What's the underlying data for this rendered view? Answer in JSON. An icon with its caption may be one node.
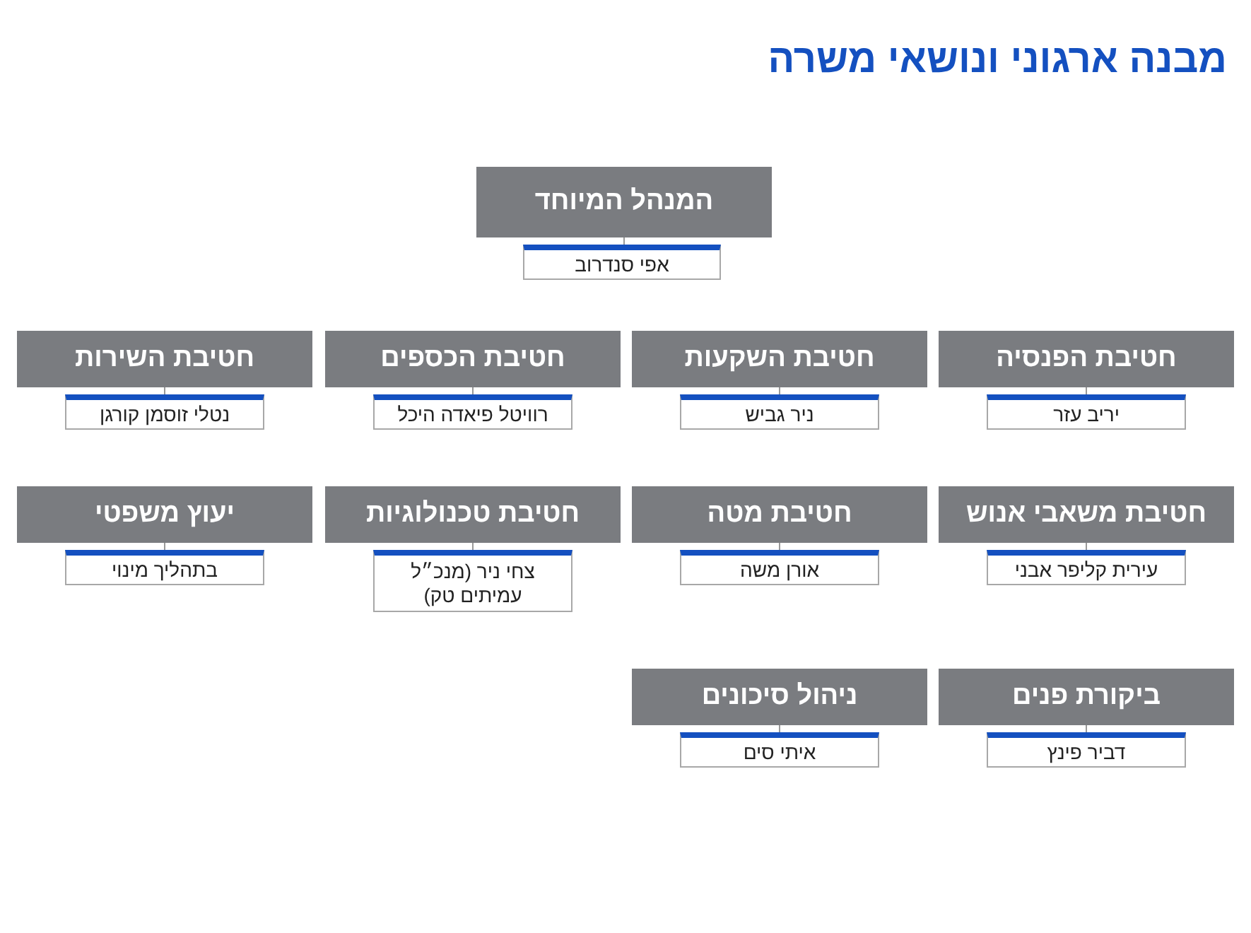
{
  "diagram": {
    "title": "מבנה ארגוני ונושאי משרה",
    "nodes": [
      {
        "text": [
          "המנהל המיוחד"
        ]
      },
      {
        "text": [
          "אפי סנדרוב"
        ]
      },
      {
        "text": [
          "חטיבת הפנסיה"
        ]
      },
      {
        "text": [
          "יריב עזר"
        ]
      },
      {
        "text": [
          "חטיבת השקעות"
        ]
      },
      {
        "text": [
          "ניר גביש"
        ]
      },
      {
        "text": [
          "חטיבת הכספים"
        ]
      },
      {
        "text": [
          "רוויטל פיאדה היכל"
        ]
      },
      {
        "text": [
          "חטיבת השירות"
        ]
      },
      {
        "text": [
          "נטלי זוסמן קורגן"
        ]
      },
      {
        "text": [
          "חטיבת משאבי אנוש"
        ]
      },
      {
        "text": [
          "עירית קליפר אבני"
        ]
      },
      {
        "text": [
          "חטיבת מטה"
        ]
      },
      {
        "text": [
          "אורן משה"
        ]
      },
      {
        "text": [
          "חטיבת טכנולוגיות"
        ]
      },
      {
        "text": [
          "צחי ניר (מנכ״ל עמיתים טק)"
        ]
      },
      {
        "text": [
          "יעוץ משפטי"
        ]
      },
      {
        "text": [
          "בתהליך מינוי"
        ]
      },
      {
        "text": [
          "ביקורת פנים"
        ]
      },
      {
        "text": [
          "דביר פינץ"
        ]
      },
      {
        "text": [
          "ניהול סיכונים"
        ]
      },
      {
        "text": [
          "איתי סים"
        ]
      }
    ],
    "edges": [
      {
        "from": 0,
        "to": 1,
        "arrow": "none"
      },
      {
        "from": 2,
        "to": 3,
        "arrow": "none"
      },
      {
        "from": 4,
        "to": 5,
        "arrow": "none"
      },
      {
        "from": 6,
        "to": 7,
        "arrow": "none"
      },
      {
        "from": 8,
        "to": 9,
        "arrow": "none"
      },
      {
        "from": 10,
        "to": 11,
        "arrow": "none"
      },
      {
        "from": 12,
        "to": 13,
        "arrow": "none"
      },
      {
        "from": 14,
        "to": 15,
        "arrow": "none"
      },
      {
        "from": 16,
        "to": 17,
        "arrow": "none"
      },
      {
        "from": 18,
        "to": 19,
        "arrow": "none"
      },
      {
        "from": 20,
        "to": 21,
        "arrow": "none"
      }
    ]
  }
}
